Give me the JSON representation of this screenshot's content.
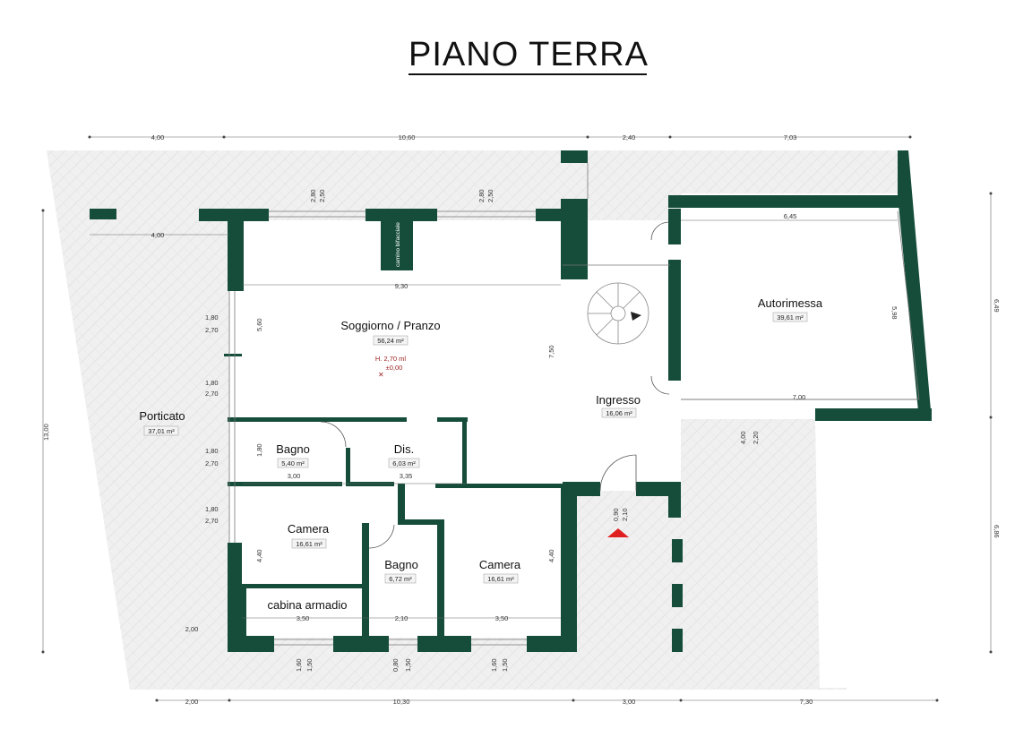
{
  "title": "PIANO TERRA",
  "colors": {
    "wall": "#154d3a",
    "hatch": "#e6e6e6",
    "dim_line": "#555555",
    "entrance_marker": "#e02020"
  },
  "rooms": {
    "soggiorno": {
      "name": "Soggiorno / Pranzo",
      "area": "56,24 m²",
      "height": "H. 2,70 ml",
      "level": "±0,00"
    },
    "ingresso": {
      "name": "Ingresso",
      "area": "16,06 m²"
    },
    "autorimessa": {
      "name": "Autorimessa",
      "area": "39,61 m²"
    },
    "porticato": {
      "name": "Porticato",
      "area": "37,01 m²"
    },
    "bagno1": {
      "name": "Bagno",
      "area": "5,40 m²"
    },
    "dis": {
      "name": "Dis.",
      "area": "6,03 m²"
    },
    "camera1": {
      "name": "Camera",
      "area": "16,61 m²"
    },
    "bagno2": {
      "name": "Bagno",
      "area": "6,72 m²"
    },
    "camera2": {
      "name": "Camera",
      "area": "16,61 m²"
    },
    "cabina": {
      "name": "cabina armadio"
    }
  },
  "camino_label": "camino bifacciale",
  "dims": {
    "top_1": "4,00",
    "top_2": "10,60",
    "top_3": "2,40",
    "top_4": "7,03",
    "porch_top": "4,00",
    "win_top_1a": "2,80",
    "win_top_1b": "2,50",
    "win_top_2a": "2,80",
    "win_top_2b": "2,50",
    "living_w": "9,30",
    "living_h": "5,60",
    "ingresso_h": "7,50",
    "garage_w": "6,45",
    "garage_h": "5,98",
    "garage_bottom": "7,00",
    "win_l1a": "1,80",
    "win_l1b": "2,70",
    "win_l2a": "1,80",
    "win_l2b": "2,70",
    "win_l3a": "1,80",
    "win_l3b": "2,70",
    "win_l4a": "1,80",
    "win_l4b": "2,70",
    "bagno1_h": "1,80",
    "bagno1_w": "3,00",
    "dis_w": "3,35",
    "camera1_h": "4,40",
    "camera2_h": "4,40",
    "bottom_w1": "3,50",
    "bottom_w2": "2,10",
    "bottom_w3": "3,50",
    "porch_bottom": "2,00",
    "win_b1a": "1,60",
    "win_b1b": "1,50",
    "win_b2a": "0,80",
    "win_b2b": "1,50",
    "win_b3a": "1,60",
    "win_b3b": "1,50",
    "door_a": "0,90",
    "door_b": "2,10",
    "yard_a": "4,00",
    "yard_b": "2,20",
    "left_total": "13,00",
    "right_1": "6,49",
    "right_2": "6,86",
    "bot_1": "2,00",
    "bot_2": "10,30",
    "bot_3": "3,00",
    "bot_4": "7,30"
  }
}
